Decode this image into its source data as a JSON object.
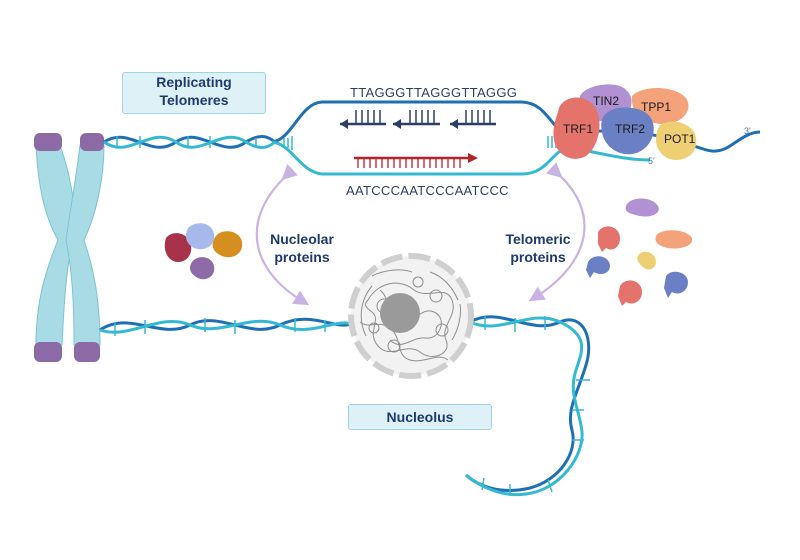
{
  "labels": {
    "replicating": "Replicating\nTelomeres",
    "replicating_line1": "Replicating",
    "replicating_line2": "Telomeres",
    "nucleolar_line1": "Nucleolar",
    "nucleolar_line2": "proteins",
    "telomeric_line1": "Telomeric",
    "telomeric_line2": "proteins",
    "nucleolus": "Nucleolus"
  },
  "sequences": {
    "top_strand": "TTAGGGTTAGGGTTAGGG",
    "bottom_strand": "AATCCCAATCCCAATCCC"
  },
  "shelterin": {
    "tin2": "TIN2",
    "tpp1": "TPP1",
    "trf1": "TRF1",
    "trf2": "TRF2",
    "pot1": "POT1"
  },
  "strand_ends": {
    "three_prime": "3'",
    "five_prime": "5'"
  },
  "colors": {
    "dna_dark": "#1f6fb4",
    "dna_light": "#35b9d3",
    "chromosome": "#a9dbe5",
    "centromere_cap": "#8c6aa6",
    "arrow": "#c9b3e3",
    "red_strand": "#b3242b",
    "navy_strand": "#2a3f66",
    "trf1": "#e3736b",
    "tin2": "#b191d1",
    "tpp1": "#f4a27a",
    "trf2": "#6b7fc4",
    "pot1": "#efcf74"
  }
}
